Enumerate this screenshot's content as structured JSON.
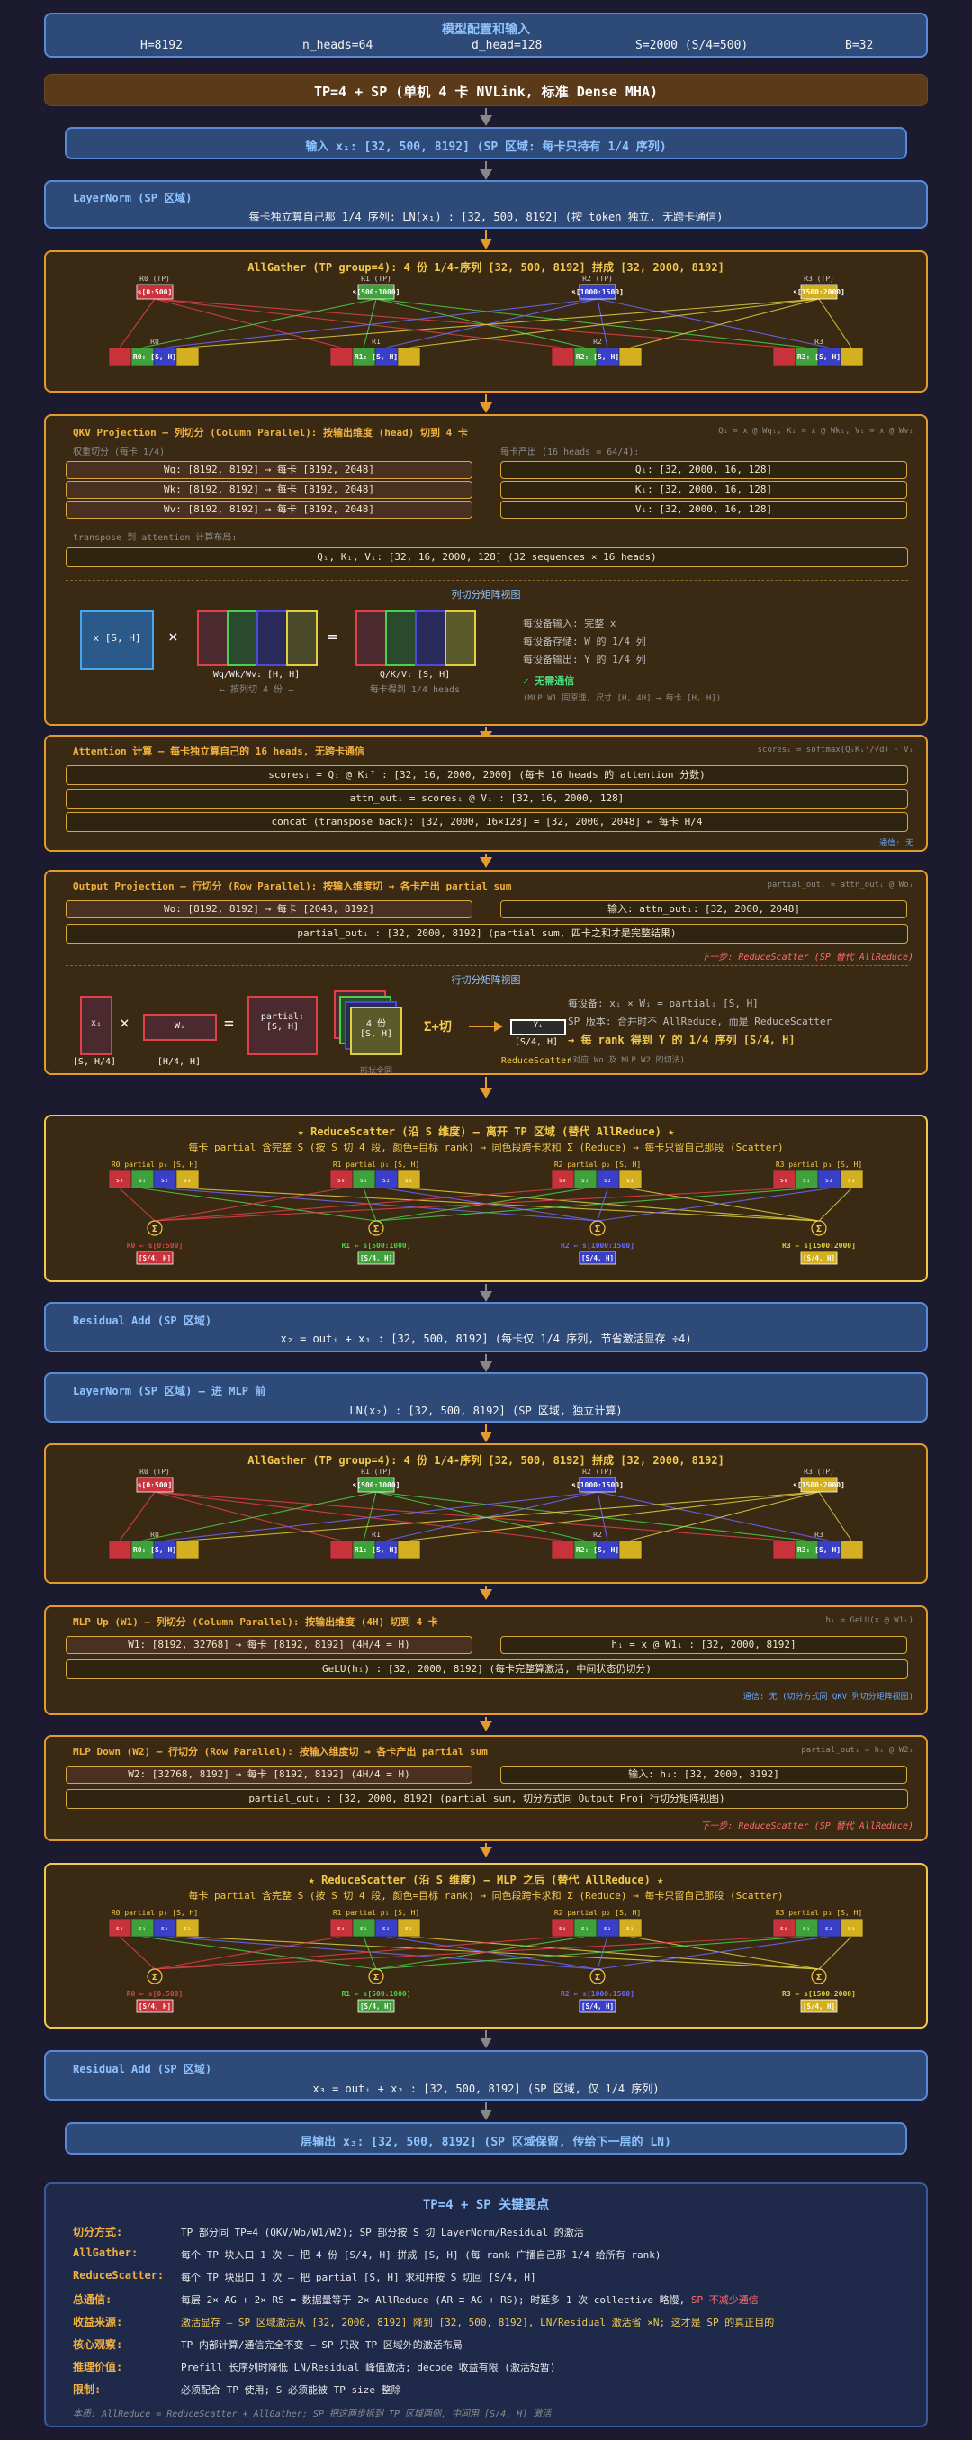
{
  "config": {
    "title": "模型配置和输入",
    "items": [
      "H=8192",
      "n_heads=64",
      "d_head=128",
      "S=2000 (S/4=500)",
      "B=32"
    ]
  },
  "banner": "TP=4 + SP (单机 4 卡 NVLink, 标准 Dense MHA)",
  "input": "输入 x₁: [32, 500, 8192] (SP 区域: 每卡只持有 1/4 序列)",
  "ln1": {
    "title": "LayerNorm (SP 区域)",
    "body": "每卡独立算自己那 1/4 序列: LN(x₁) : [32, 500, 8192] (按 token 独立, 无跨卡通信)"
  },
  "ag1": {
    "title": "AllGather (TP group=4): 4 份 1/4-序列 [32, 500, 8192] 拼成 [32, 2000, 8192]"
  },
  "ag_labels": {
    "src": [
      "R0 (TP)",
      "R1 (TP)",
      "R2 (TP)",
      "R3 (TP)"
    ],
    "seg": [
      "s[0:500]",
      "s[500:1000]",
      "s[1000:1500]",
      "s[1500:2000]"
    ],
    "dst": [
      "R0",
      "R1",
      "R2",
      "R3"
    ],
    "full": [
      "R0: [S, H]",
      "R1: [S, H]",
      "R2: [S, H]",
      "R3: [S, H]"
    ]
  },
  "qkv": {
    "title": "QKV Projection — 列切分 (Column Parallel): 按输出维度 (head) 切到 4 卡",
    "note": "Qᵢ = x @ Wqᵢ, Kᵢ = x @ Wkᵢ, Vᵢ = x @ Wvᵢ",
    "wlabel": "权重切分 (每卡 1/4)",
    "olabel": "每卡产出 (16 heads = 64/4):",
    "weights": [
      "Wq: [8192, 8192] → 每卡 [8192, 2048]",
      "Wk: [8192, 8192] → 每卡 [8192, 2048]",
      "Wv: [8192, 8192] → 每卡 [8192, 2048]"
    ],
    "outs": [
      "Qᵢ: [32, 2000, 16, 128]",
      "Kᵢ: [32, 2000, 16, 128]",
      "Vᵢ: [32, 2000, 16, 128]"
    ],
    "tlabel": "transpose 到 attention 计算布局:",
    "tbox": "Qᵢ, Kᵢ, Vᵢ: [32, 16, 2000, 128] (32 sequences × 16 heads)",
    "viz_title": "列切分矩阵视图",
    "x_label": "x [S, H]",
    "w_label": "Wq/Wk/Wv: [H, H]",
    "w_sub": "← 按列切 4 份 →",
    "o_label": "Q/K/V: [S, H]",
    "o_sub": "每卡得到 1/4 heads",
    "side": [
      "每设备输入: 完整 x",
      "每设备存储: W 的 1/4 列",
      "每设备输出: Y 的 1/4 列"
    ],
    "nocomm": "✓ 无需通信",
    "side_note": "(MLP W1 同原理, 尺寸 [H, 4H] → 每卡 [H, H])"
  },
  "attn": {
    "title": "Attention 计算 — 每卡独立算自己的 16 heads, 无跨卡通信",
    "note": "scoresᵢ = softmax(QᵢKᵢᵀ/√d) · Vᵢ",
    "rows": [
      "scoresᵢ = Qᵢ @ Kᵢᵀ : [32, 16, 2000, 2000] (每卡 16 heads 的 attention 分数)",
      "attn_outᵢ = scoresᵢ @ Vᵢ : [32, 16, 2000, 128]",
      "concat (transpose back): [32, 2000, 16×128] = [32, 2000, 2048] ← 每卡 H/4"
    ],
    "comm": "通信: 无"
  },
  "oproj": {
    "title": "Output Projection — 行切分 (Row Parallel): 按输入维度切 → 各卡产出 partial sum",
    "note": "partial_outᵢ = attn_outᵢ @ Woᵢ",
    "wbox": "Wo: [8192, 8192] → 每卡 [2048, 8192]",
    "ibox": "输入: attn_outᵢ: [32, 2000, 2048]",
    "pbox": "partial_outᵢ : [32, 2000, 8192] (partial sum, 四卡之和才是完整结果)",
    "next": "下一步: ReduceScatter (SP 替代 AllReduce)",
    "viz_title": "行切分矩阵视图",
    "xi": "xᵢ",
    "xi_dim": "[S, H/4]",
    "wi": "Wᵢ",
    "wi_dim": "[H/4, H]",
    "partial": "partial:",
    "partial_dim": "[S, H]",
    "stack": "4 份",
    "stack_dim": "[S, H]",
    "stack_sub": "形状全同",
    "sigma": "Σ+切",
    "yi": "Yᵢ",
    "yi_dim": "[S/4, H]",
    "rs": "ReduceScatter",
    "side": [
      "每设备: xᵢ × Wᵢ = partialᵢ [S, H]",
      "SP 版本: 合并时不 AllReduce, 而是 ReduceScatter",
      "→ 每 rank 得到 Y 的 1/4 序列 [S/4, H]"
    ],
    "side_note": "(对应 Wo 及 MLP W2 的切法)"
  },
  "rs1": {
    "title": "★ ReduceScatter (沿 S 维度) — 离开 TP 区域 (替代 AllReduce) ★",
    "sub": "每卡 partial 含完整 S (按 S 切 4 段, 颜色=目标 rank) → 同色段跨卡求和 Σ (Reduce) → 每卡只留自己那段 (Scatter)"
  },
  "rs_labels": {
    "src": [
      "R0 partial p₀ [S, H]",
      "R1 partial p₁ [S, H]",
      "R2 partial p₂ [S, H]",
      "R3 partial p₃ [S, H]"
    ],
    "seg": [
      "s₀",
      "s₁",
      "s₂",
      "s₃"
    ],
    "dst": [
      "R0 ← s[0:500]",
      "R1 ← s[500:1000]",
      "R2 ← s[1000:1500]",
      "R3 ← s[1500:2000]"
    ],
    "res": "[S/4, H]",
    "sigma": "Σ"
  },
  "res1": {
    "title": "Residual Add (SP 区域)",
    "body": "x₂ = outᵢ + x₁ : [32, 500, 8192] (每卡仅 1/4 序列, 节省激活显存 ÷4)"
  },
  "ln2": {
    "title": "LayerNorm (SP 区域) — 进 MLP 前",
    "body": "LN(x₂) : [32, 500, 8192] (SP 区域, 独立计算)"
  },
  "ag2": {
    "title": "AllGather (TP group=4): 4 份 1/4-序列 [32, 500, 8192] 拼成 [32, 2000, 8192]"
  },
  "mlp1": {
    "title": "MLP Up (W1) — 列切分 (Column Parallel): 按输出维度 (4H) 切到 4 卡",
    "note": "hᵢ = GeLU(x @ W1ᵢ)",
    "wbox": "W1: [8192, 32768] → 每卡 [8192, 8192] (4H/4 = H)",
    "obox": "hᵢ = x @ W1ᵢ : [32, 2000, 8192]",
    "gbox": "GeLU(hᵢ) : [32, 2000, 8192] (每卡完整算激活, 中间状态仍切分)",
    "comm": "通信: 无 (切分方式同 QKV 列切分矩阵视图)"
  },
  "mlp2": {
    "title": "MLP Down (W2) — 行切分 (Row Parallel): 按输入维度切 → 各卡产出 partial sum",
    "note": "partial_outᵢ = hᵢ @ W2ᵢ",
    "wbox": "W2: [32768, 8192] → 每卡 [8192, 8192] (4H/4 = H)",
    "ibox": "输入: hᵢ: [32, 2000, 8192]",
    "pbox": "partial_outᵢ : [32, 2000, 8192] (partial sum, 切分方式同 Output Proj 行切分矩阵视图)",
    "next": "下一步: ReduceScatter (SP 替代 AllReduce)"
  },
  "rs2": {
    "title": "★ ReduceScatter (沿 S 维度) — MLP 之后 (替代 AllReduce) ★",
    "sub": "每卡 partial 含完整 S (按 S 切 4 段, 颜色=目标 rank) → 同色段跨卡求和 Σ (Reduce) → 每卡只留自己那段 (Scatter)"
  },
  "res2": {
    "title": "Residual Add (SP 区域)",
    "body": "x₃ = outᵢ + x₂ : [32, 500, 8192] (SP 区域, 仅 1/4 序列)"
  },
  "output": "层输出 x₃: [32, 500, 8192] (SP 区域保留, 传给下一层的 LN)",
  "summary": {
    "title": "TP=4 + SP 关键要点",
    "rows": [
      {
        "k": "切分方式:",
        "v": "TP 部分同 TP=4 (QKV/Wo/W1/W2); SP 部分按 S 切 LayerNorm/Residual 的激活"
      },
      {
        "k": "AllGather:",
        "v": "每个 TP 块入口 1 次 — 把 4 份 [S/4, H] 拼成 [S, H] (每 rank 广播自己那 1/4 给所有 rank)"
      },
      {
        "k": "ReduceScatter:",
        "v": "每个 TP 块出口 1 次 — 把 partial [S, H] 求和并按 S 切回 [S/4, H]"
      },
      {
        "k": "总通信:",
        "v": "每层 2× AG + 2× RS = 数据量等于 2× AllReduce (AR ≡ AG + RS); 时延多 1 次 collective 略慢,",
        "v2": "SP 不减少通信"
      },
      {
        "k": "收益来源:",
        "v": "激活显存 — SP 区域激活从 [32, 2000, 8192] 降到 [32, 500, 8192], LN/Residual 激活省 ×N; 这才是 SP 的真正目的"
      },
      {
        "k": "核心观察:",
        "v": "TP 内部计算/通信完全不变 — SP 只改 TP 区域外的激活布局"
      },
      {
        "k": "推理价值:",
        "v": "Prefill 长序列时降低 LN/Residual 峰值激活; decode 收益有限 (激活短暂)"
      },
      {
        "k": "限制:",
        "v": "必须配合 TP 使用; S 必须能被 TP size 整除"
      }
    ],
    "foot": "本质: AllReduce = ReduceScatter + AllGather; SP 把这两步拆到 TP 区域两侧, 中间用 [S/4, H] 激活"
  },
  "colors": {
    "r0": "#c8323a",
    "r1": "#3fa13a",
    "r2": "#3a3fc8",
    "r3": "#d4b020",
    "blue_panel": "#2d4a78",
    "brown_panel": "#3a2a14",
    "orange": "#e59a2c"
  }
}
